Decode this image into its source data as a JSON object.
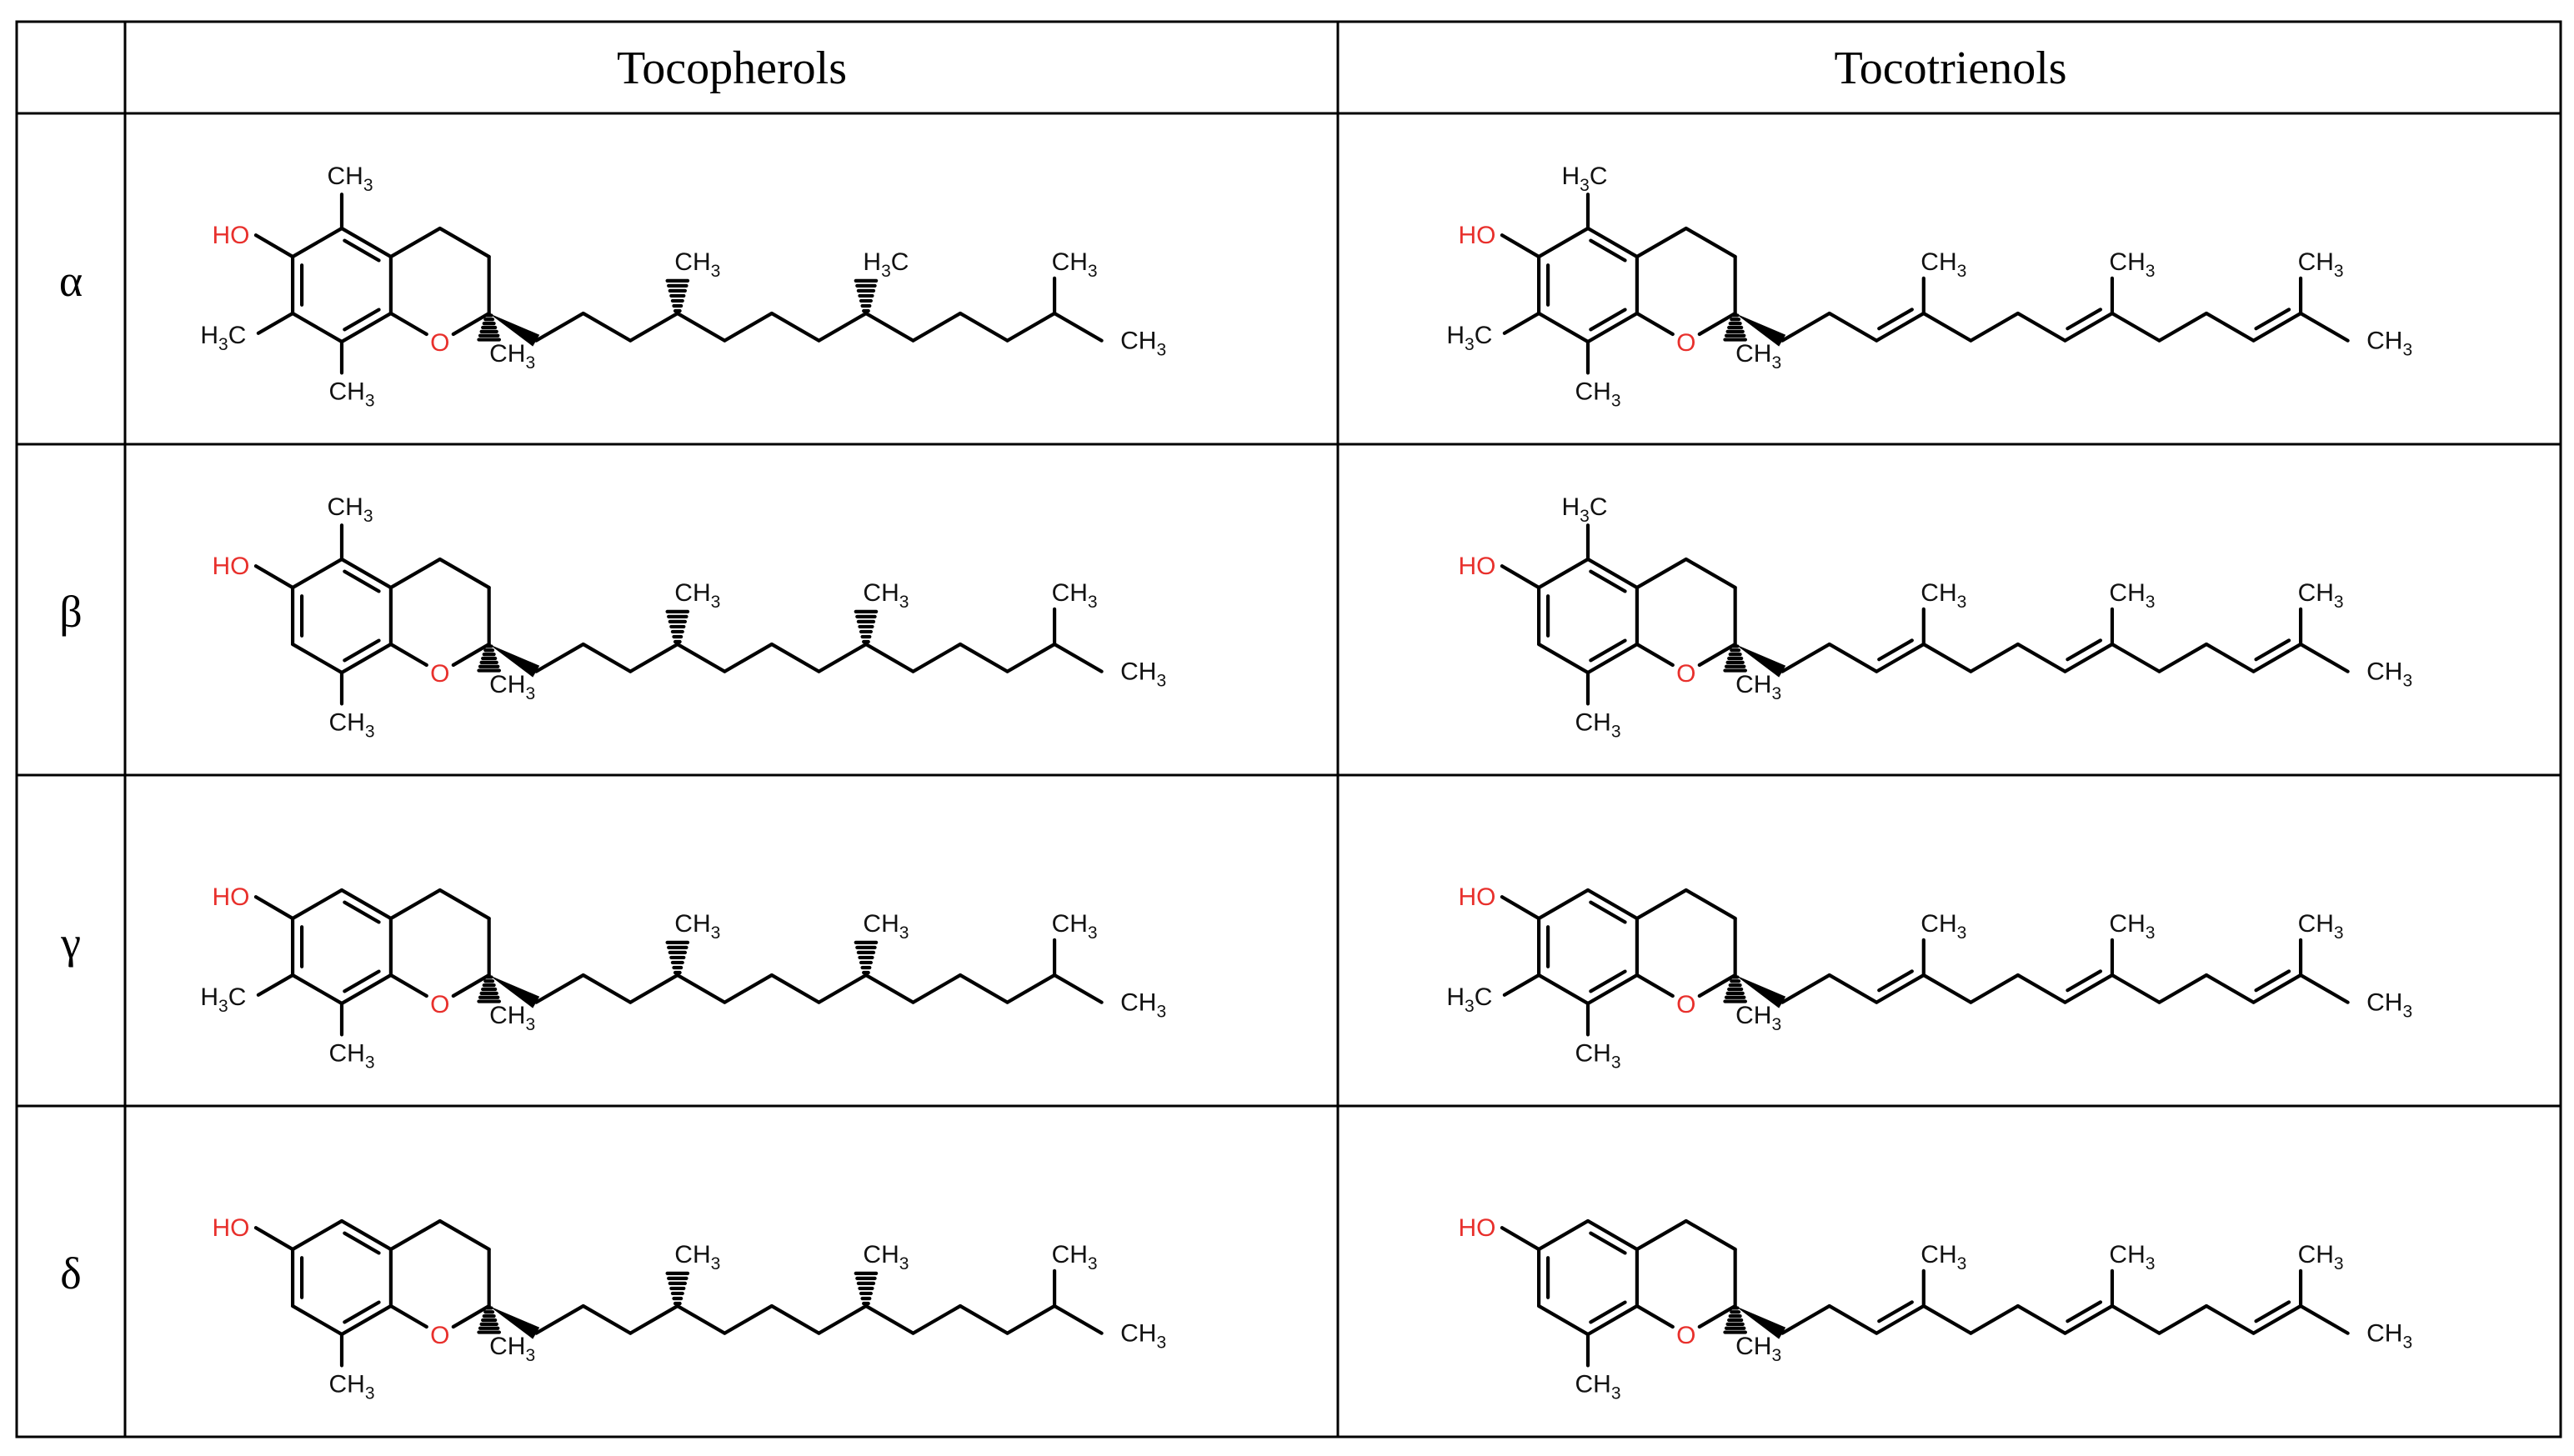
{
  "table": {
    "headers": [
      "",
      "Tocopherols",
      "Tocotrienols"
    ],
    "rows": [
      {
        "label": "α",
        "substituents": [
          "5-CH3",
          "7-CH3",
          "8-CH3"
        ]
      },
      {
        "label": "β",
        "substituents": [
          "5-CH3",
          "8-CH3"
        ]
      },
      {
        "label": "γ",
        "substituents": [
          "7-CH3",
          "8-CH3"
        ]
      },
      {
        "label": "δ",
        "substituents": [
          "8-CH3"
        ]
      }
    ]
  },
  "atoms": {
    "hydroxyl": "HO",
    "ring_oxygen": "O",
    "methyl_left": "H3C",
    "methyl_right": "CH3"
  },
  "colors": {
    "heteroatom": "#e8302c",
    "bond": "#000000",
    "grid": "#000000"
  }
}
